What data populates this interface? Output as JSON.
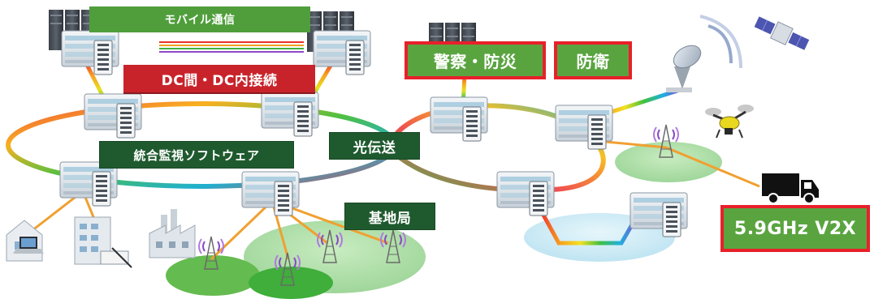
{
  "labels": {
    "mobile": "モバイル通信",
    "dc": "DC間・DC内接続",
    "police": "警察・防災",
    "defense": "防衛",
    "optical": "光伝送",
    "monitoring": "統合監視ソフトウェア",
    "base_station": "基地局",
    "v2x": "5.9GHz V2X"
  },
  "colors": {
    "dark_green": "#1f5a2e",
    "green": "#4f9e3b",
    "red": "#e8202a",
    "connector_orange": "#f0a030"
  }
}
